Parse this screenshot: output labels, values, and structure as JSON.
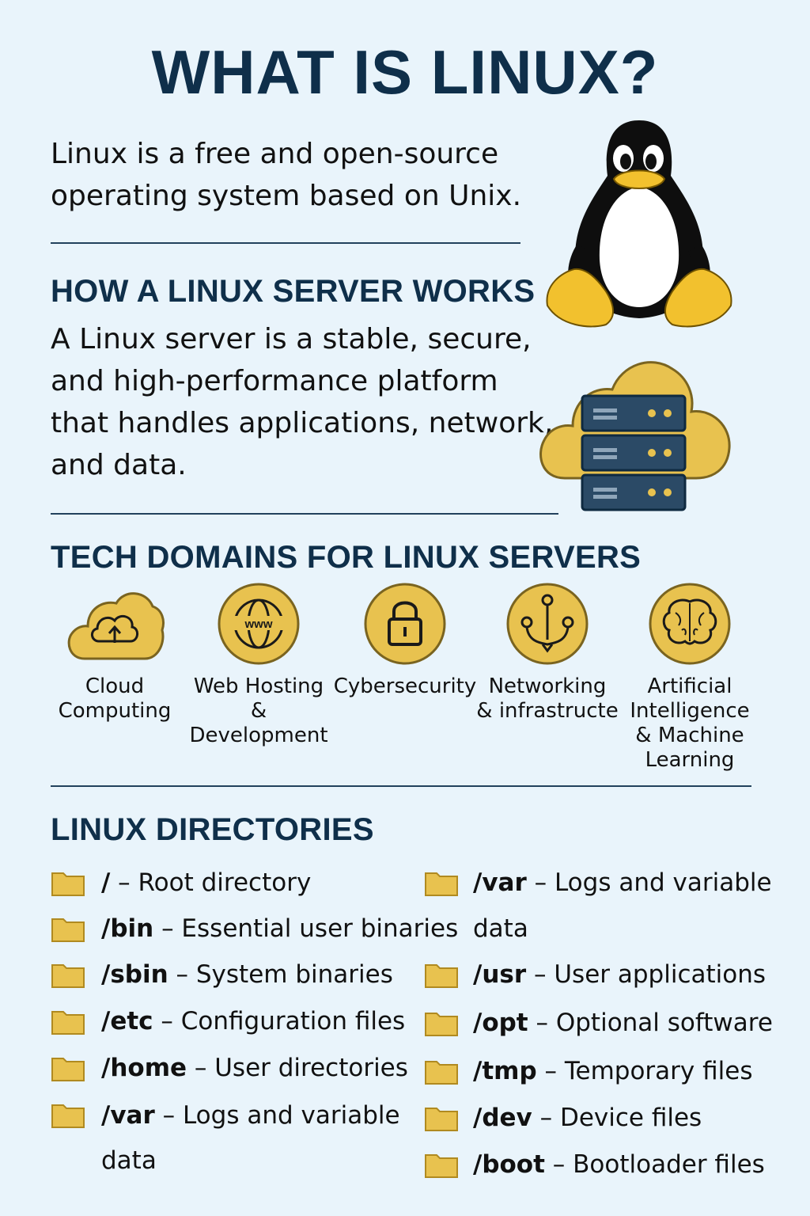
{
  "title": "WHAT IS LINUX?",
  "intro": "Linux is a free and open-source operating system based on Unix.",
  "server": {
    "heading": "HOW A LINUX SERVER WORKS",
    "text": "A Linux server is a stable, secure, and high-performance platform that handles applications, network, and data."
  },
  "domains": {
    "heading": "TECH DOMAINS FOR LINUX SERVERS",
    "items": [
      {
        "label_line1": "Cloud",
        "label_line2": "Computing",
        "icon": "cloud-upload-icon"
      },
      {
        "label_line1": "Web Hosting",
        "label_line2": "& Development",
        "icon": "globe-www-icon"
      },
      {
        "label_line1": "Cybersecurity",
        "label_line2": "",
        "icon": "lock-icon"
      },
      {
        "label_line1": "Networking",
        "label_line2": "& infrastructe",
        "icon": "network-icon"
      },
      {
        "label_line1": "Artificial",
        "label_line2": "Intelligence",
        "label_line3": "& Machine",
        "label_line4": "Learning",
        "icon": "brain-icon"
      }
    ]
  },
  "directories": {
    "heading": "LINUX DIRECTORIES",
    "left": [
      {
        "path": "/",
        "desc": " – Root directory"
      },
      {
        "path": "/bin",
        "desc": " – Essential user binaries"
      },
      {
        "path": "/sbin",
        "desc": " – System binaries"
      },
      {
        "path": "/etc",
        "desc": " – Configuration files"
      },
      {
        "path": "/home",
        "desc": " – User directories"
      },
      {
        "path": "/var",
        "desc": " – Logs and variable",
        "cont": "data"
      }
    ],
    "right": [
      {
        "path": "/var",
        "desc": " – Logs and variable",
        "cont": "data"
      },
      {
        "path": "/usr",
        "desc": " – User applications"
      },
      {
        "path": "/opt",
        "desc": " – Optional software"
      },
      {
        "path": "/tmp",
        "desc": " – Temporary files"
      },
      {
        "path": "/dev",
        "desc": " – Device files"
      },
      {
        "path": "/boot",
        "desc": " – Bootloader files"
      }
    ]
  },
  "colors": {
    "background": "#e9f4fb",
    "heading": "#0f2f4a",
    "accent_yellow": "#e8c24f",
    "server_blue": "#2b4a66"
  }
}
